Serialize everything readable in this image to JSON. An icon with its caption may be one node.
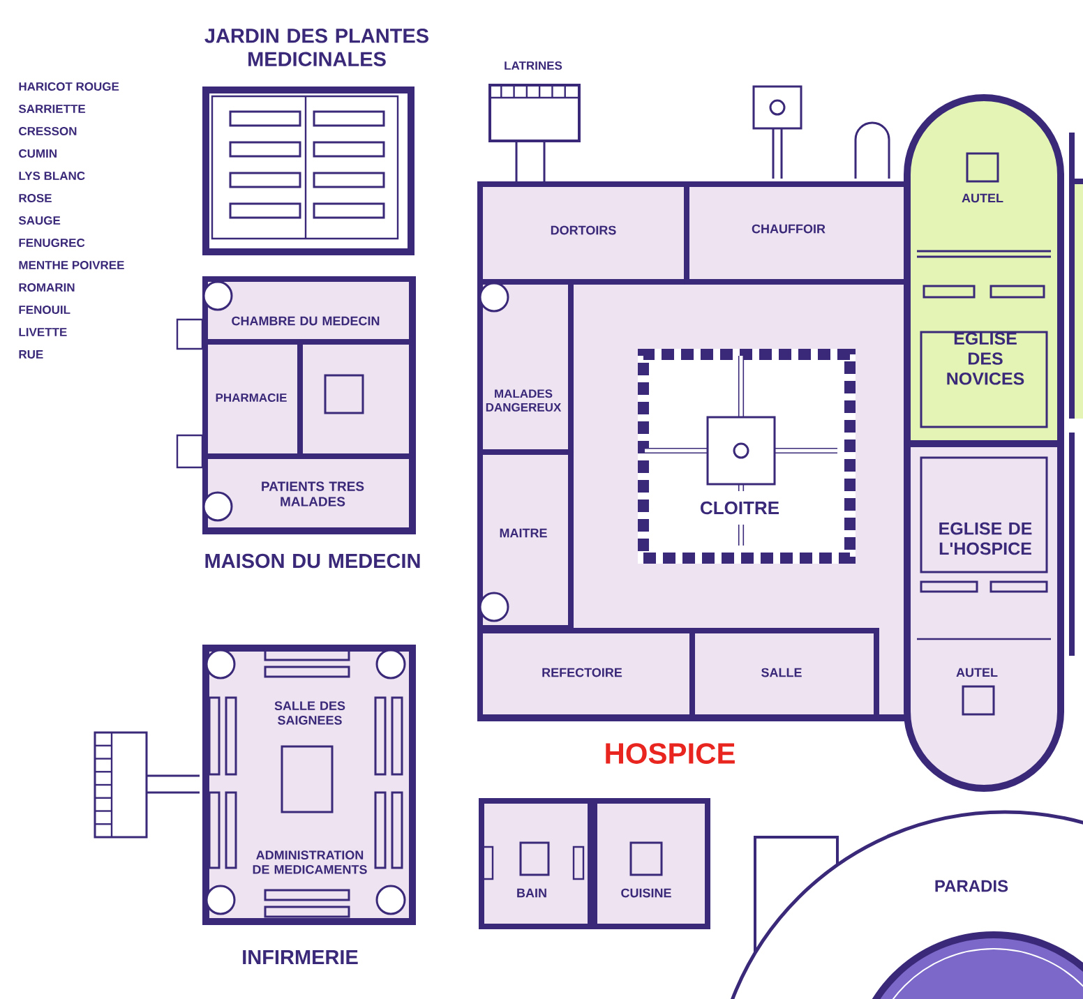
{
  "diagram": {
    "nodes": [
      {
        "text": [
          "JARDIN DES PLANTES MEDICINALES"
        ]
      },
      {
        "text": [
          "MAISON DU MEDECIN"
        ]
      },
      {
        "text": [
          "CHAMBRE DU MEDECIN"
        ],
        "in": 1
      },
      {
        "text": [
          "PHARMACIE"
        ],
        "in": 1
      },
      {
        "text": [
          "PATIENTS TRES MALADES"
        ],
        "in": 1
      },
      {
        "text": [
          "LATRINES"
        ]
      },
      {
        "text": [
          "HOSPICE"
        ]
      },
      {
        "text": [
          "DORTOIRS"
        ],
        "in": 6
      },
      {
        "text": [
          "CHAUFFOIR"
        ],
        "in": 6
      },
      {
        "text": [
          "MALADES DANGEREUX"
        ],
        "in": 6
      },
      {
        "text": [
          "MAITRE"
        ],
        "in": 6
      },
      {
        "text": [
          "CLOITRE"
        ],
        "in": 6
      },
      {
        "text": [
          "REFECTOIRE"
        ],
        "in": 6
      },
      {
        "text": [
          "SALLE"
        ],
        "in": 6
      },
      {
        "text": [
          "EGLISE DES NOVICES"
        ]
      },
      {
        "text": [
          "AUTEL"
        ],
        "in": 14
      },
      {
        "text": [
          "EGLISE DE L'HOSPICE"
        ]
      },
      {
        "text": [
          "AUTEL"
        ],
        "in": 16
      },
      {
        "text": [
          "SALLE DES SAIGNEES",
          "ADMINISTRATION DE MEDICAMENTS",
          "INFIRMERIE"
        ]
      },
      {
        "text": [
          "BAIN"
        ]
      },
      {
        "text": [
          "CUISINE"
        ]
      },
      {
        "text": [
          "PARADIS"
        ]
      }
    ],
    "labels": [
      "HARICOT ROUGE",
      "SARRIETTE",
      "CRESSON",
      "CUMIN",
      "LYS BLANC",
      "ROSE",
      "SAUGE",
      "FENUGREC",
      "MENTHE POIVREE",
      "ROMARIN",
      "FENOUIL",
      "LIVETTE",
      "RUE"
    ]
  }
}
